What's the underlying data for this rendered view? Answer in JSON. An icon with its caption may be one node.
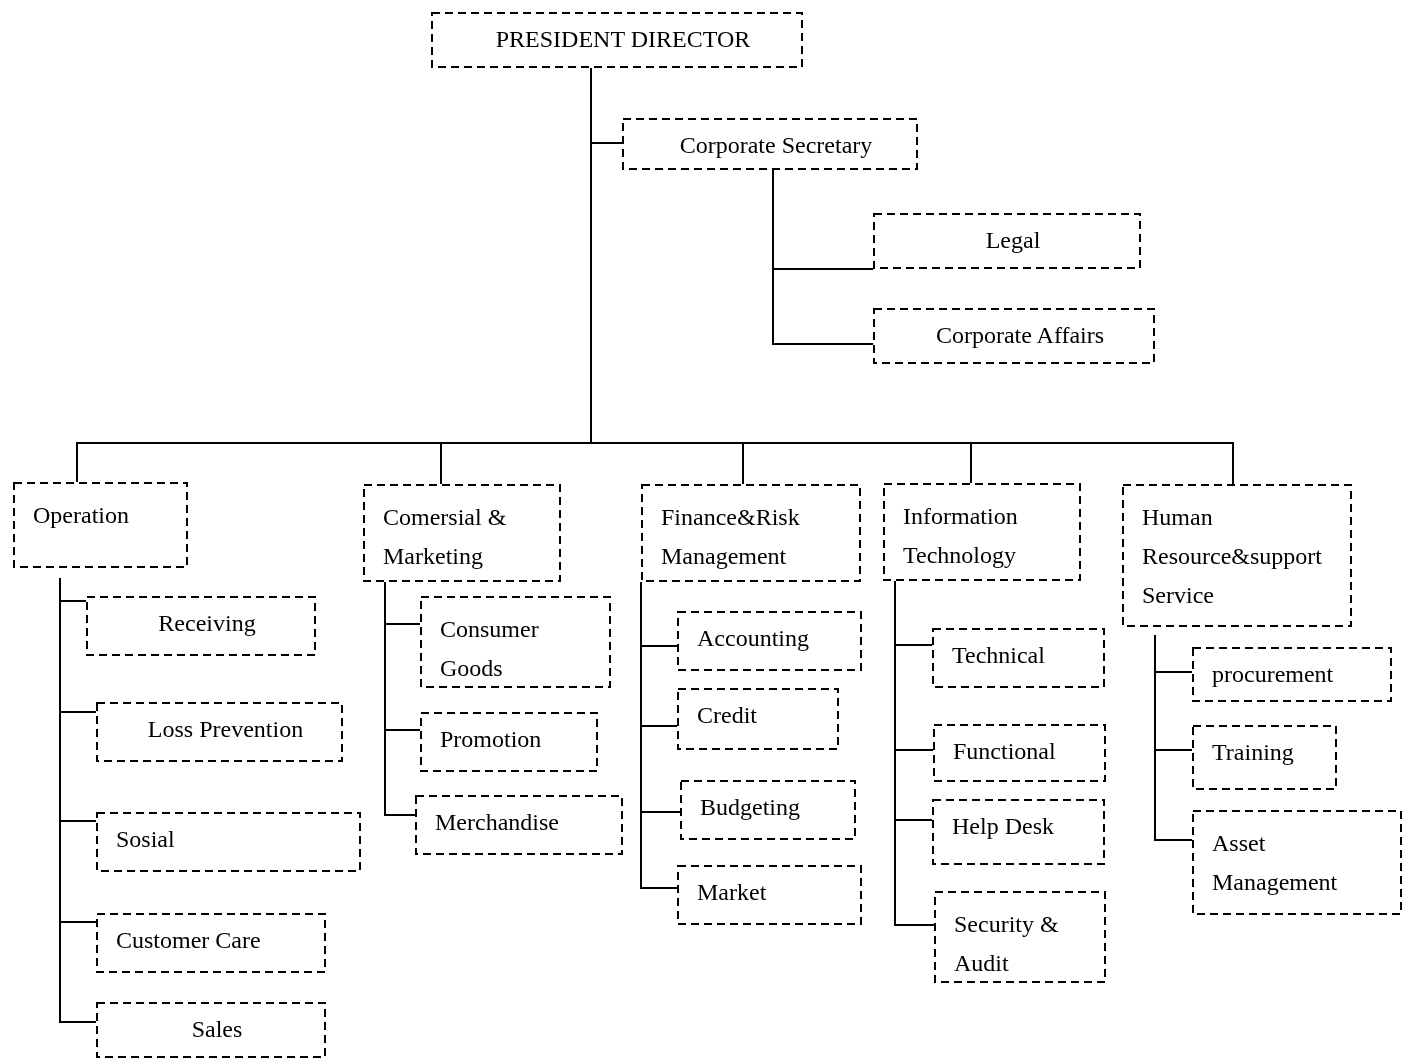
{
  "diagram": {
    "nodes": [
      {
        "text": [
          "PRESIDENT DIRECTOR"
        ]
      },
      {
        "text": [
          "Corporate Secretary"
        ]
      },
      {
        "text": [
          "Legal"
        ]
      },
      {
        "text": [
          "Corporate Affairs"
        ]
      },
      {
        "text": [
          "Operation"
        ]
      },
      {
        "text": [
          "Comersial & Marketing"
        ]
      },
      {
        "text": [
          "Finance&Risk Management"
        ]
      },
      {
        "text": [
          "Information Technology"
        ]
      },
      {
        "text": [
          "Human Resource&support Service"
        ]
      },
      {
        "text": [
          "Receiving"
        ]
      },
      {
        "text": [
          "Loss Prevention"
        ]
      },
      {
        "text": [
          "Sosial"
        ]
      },
      {
        "text": [
          "Customer Care"
        ]
      },
      {
        "text": [
          "Sales"
        ]
      },
      {
        "text": [
          "Consumer Goods"
        ]
      },
      {
        "text": [
          "Promotion"
        ]
      },
      {
        "text": [
          "Merchandise"
        ]
      },
      {
        "text": [
          "Accounting"
        ]
      },
      {
        "text": [
          "Credit"
        ]
      },
      {
        "text": [
          "Budgeting"
        ]
      },
      {
        "text": [
          "Market"
        ]
      },
      {
        "text": [
          "Technical"
        ]
      },
      {
        "text": [
          "Functional"
        ]
      },
      {
        "text": [
          "Help Desk"
        ]
      },
      {
        "text": [
          "Security & Audit"
        ]
      },
      {
        "text": [
          "procurement"
        ]
      },
      {
        "text": [
          "Training"
        ]
      },
      {
        "text": [
          "Asset Management"
        ]
      }
    ],
    "edges": [
      {
        "from": 0,
        "to": 1,
        "arrow": "none"
      },
      {
        "from": 1,
        "to": 2,
        "arrow": "none"
      },
      {
        "from": 1,
        "to": 3,
        "arrow": "none"
      },
      {
        "from": 0,
        "to": 4,
        "arrow": "none"
      },
      {
        "from": 0,
        "to": 5,
        "arrow": "none"
      },
      {
        "from": 0,
        "to": 6,
        "arrow": "none"
      },
      {
        "from": 0,
        "to": 7,
        "arrow": "none"
      },
      {
        "from": 0,
        "to": 8,
        "arrow": "none"
      },
      {
        "from": 4,
        "to": 9,
        "arrow": "none"
      },
      {
        "from": 4,
        "to": 10,
        "arrow": "none"
      },
      {
        "from": 4,
        "to": 11,
        "arrow": "none"
      },
      {
        "from": 4,
        "to": 12,
        "arrow": "none"
      },
      {
        "from": 4,
        "to": 13,
        "arrow": "none"
      },
      {
        "from": 5,
        "to": 14,
        "arrow": "none"
      },
      {
        "from": 5,
        "to": 15,
        "arrow": "none"
      },
      {
        "from": 5,
        "to": 16,
        "arrow": "none"
      },
      {
        "from": 6,
        "to": 17,
        "arrow": "none"
      },
      {
        "from": 6,
        "to": 18,
        "arrow": "none"
      },
      {
        "from": 6,
        "to": 19,
        "arrow": "none"
      },
      {
        "from": 6,
        "to": 20,
        "arrow": "none"
      },
      {
        "from": 7,
        "to": 21,
        "arrow": "none"
      },
      {
        "from": 7,
        "to": 22,
        "arrow": "none"
      },
      {
        "from": 7,
        "to": 23,
        "arrow": "none"
      },
      {
        "from": 7,
        "to": 24,
        "arrow": "none"
      },
      {
        "from": 8,
        "to": 25,
        "arrow": "none"
      },
      {
        "from": 8,
        "to": 26,
        "arrow": "none"
      },
      {
        "from": 8,
        "to": 27,
        "arrow": "none"
      }
    ]
  }
}
